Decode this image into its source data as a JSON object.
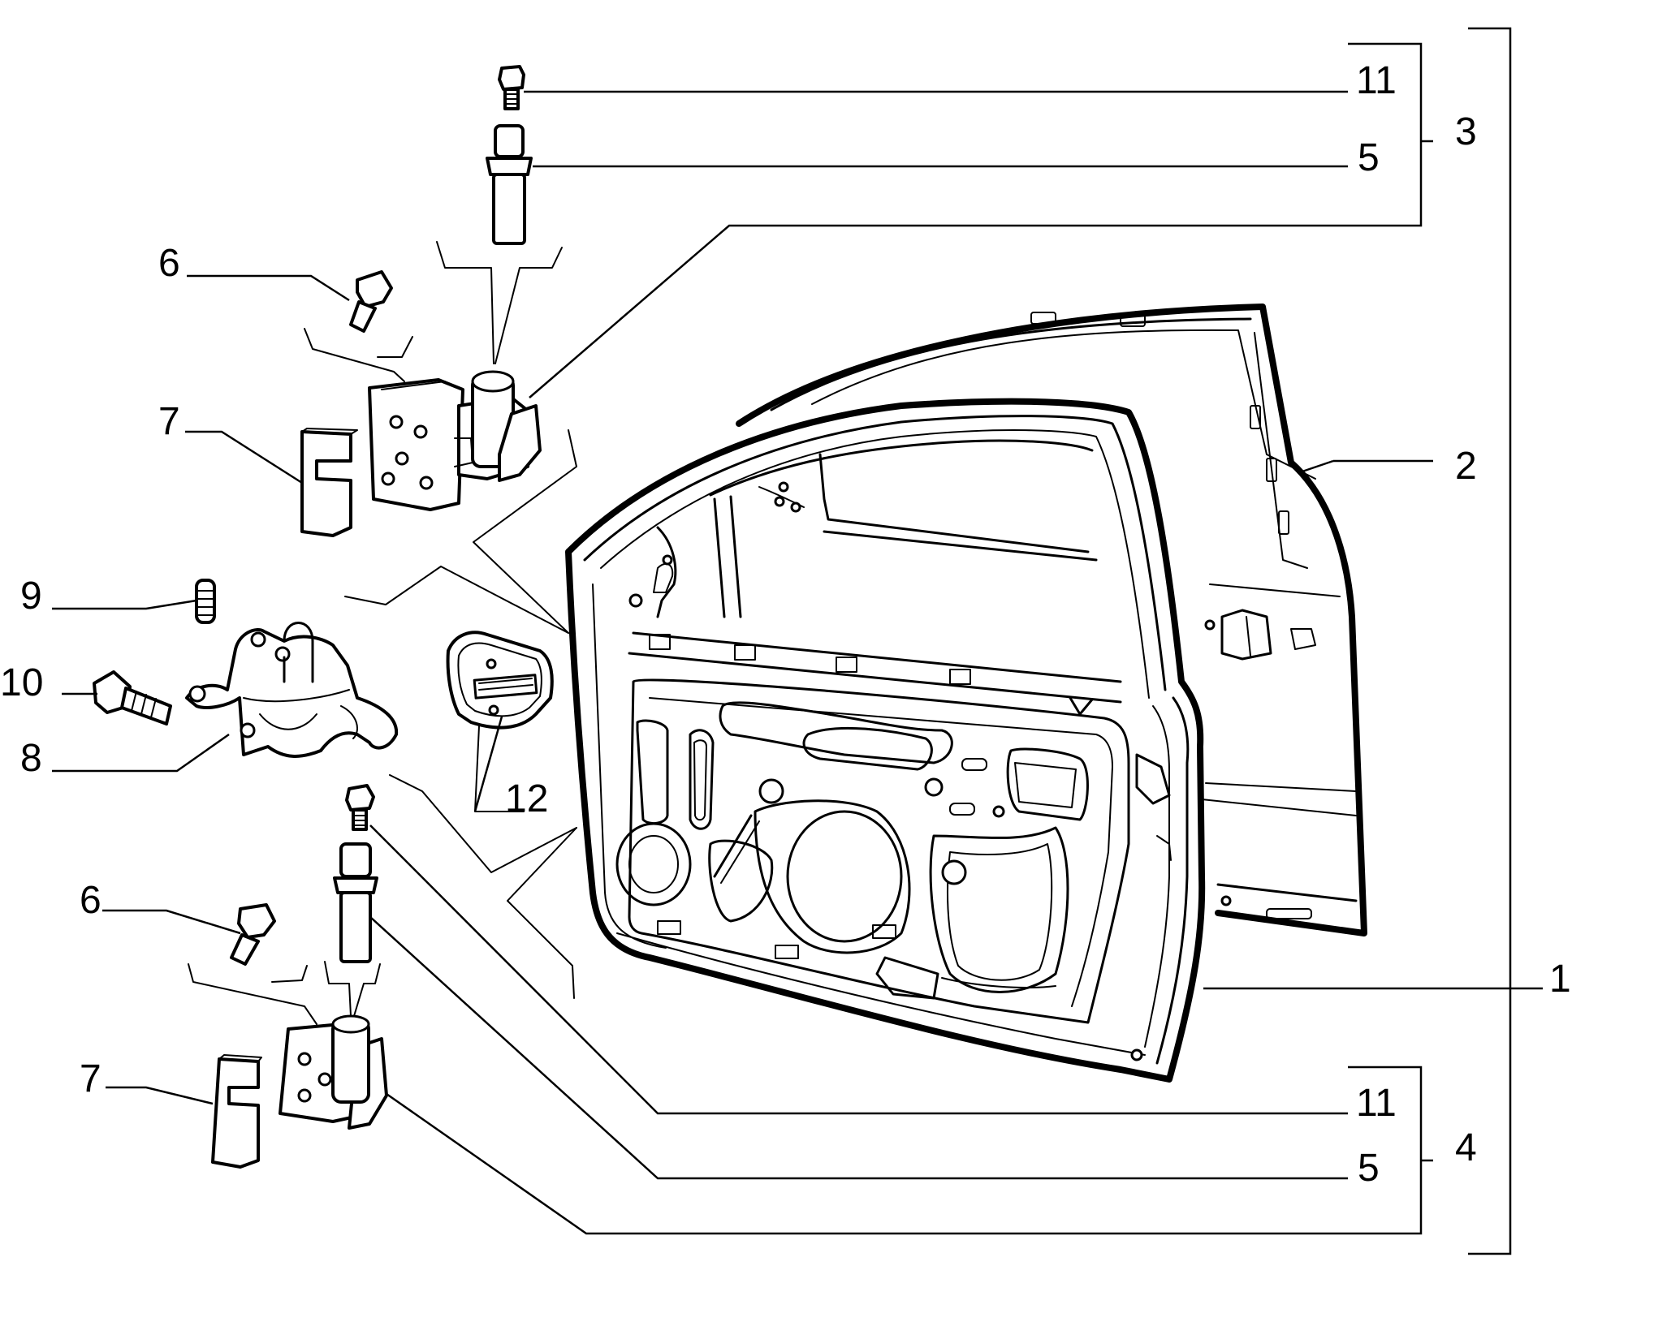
{
  "labels": {
    "l1": "1",
    "l2": "2",
    "l3": "3",
    "l4": "4",
    "l5_top": "5",
    "l5_bottom": "5",
    "l6_top": "6",
    "l6_bottom": "6",
    "l7_top": "7",
    "l7_bottom": "7",
    "l8": "8",
    "l9": "9",
    "l10": "10",
    "l11_top": "11",
    "l11_bottom": "11",
    "l12": "12"
  },
  "colors": {
    "ink": "#000000",
    "paper": "#ffffff"
  }
}
